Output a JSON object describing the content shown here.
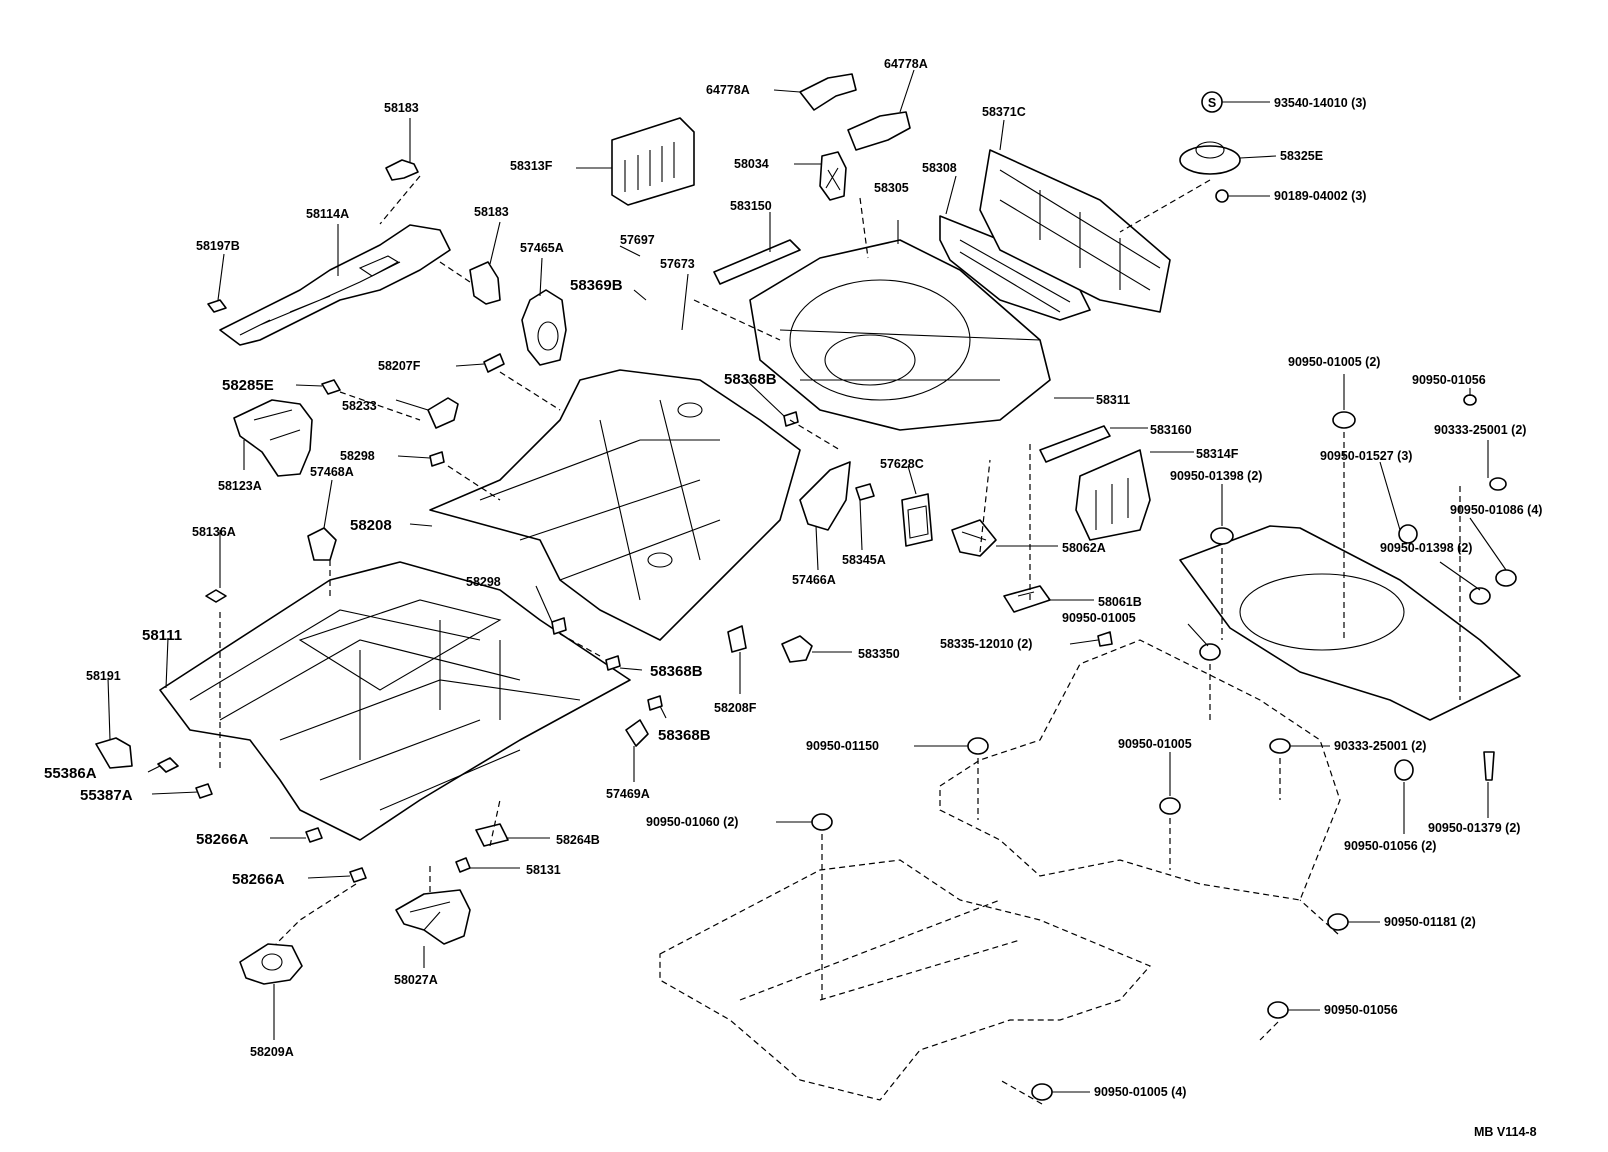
{
  "diagram": {
    "footer_code": "MB  V114-8",
    "symbol_s": "S",
    "labels": {
      "l58183a": "58183",
      "l58114a": "58114A",
      "l58197b": "58197B",
      "l58183b": "58183",
      "l57465a": "57465A",
      "l57697": "57697",
      "l58369b": "58369B",
      "l57673": "57673",
      "l58313f": "58313F",
      "l64778a1": "64778A",
      "l64778a2": "64778A",
      "l58034": "58034",
      "l58315d": "583150",
      "l58305": "58305",
      "l58308": "58308",
      "l58371c": "58371C",
      "l93540": "93540-14010 (3)",
      "l58325e": "58325E",
      "l90189": "90189-04002 (3)",
      "l58207f": "58207F",
      "l58285e": "58285E",
      "l58233": "58233",
      "l58123a": "58123A",
      "l58298a": "58298",
      "l57468a": "57468A",
      "l58208": "58208",
      "l58368b1": "58368B",
      "l58311": "58311",
      "l58316d": "583160",
      "l58314f": "58314F",
      "l57628c": "57628C",
      "l57466a": "57466A",
      "l58345a": "58345A",
      "l58062a": "58062A",
      "l58061b": "58061B",
      "l58136a": "58136A",
      "l58111": "58111",
      "l58191": "58191",
      "l55386a": "55386A",
      "l55387a": "55387A",
      "l58298b": "58298",
      "l58368b2": "58368B",
      "l58208f": "58208F",
      "l58335d": "583350",
      "l58368b3": "58368B",
      "l57469a": "57469A",
      "l58266a1": "58266A",
      "l58266a2": "58266A",
      "l58264b": "58264B",
      "l58131": "58131",
      "l58027a": "58027A",
      "l58209a": "58209A",
      "l90950_01005_2": "90950-01005 (2)",
      "l90950_01056a": "90950-01056",
      "l90333_25001_2a": "90333-25001 (2)",
      "l90950_01527": "90950-01527 (3)",
      "l90950_01398a": "90950-01398 (2)",
      "l90950_01086": "90950-01086 (4)",
      "l90950_01398b": "90950-01398 (2)",
      "l90950_01005a": "90950-01005",
      "l58335_12010": "58335-12010 (2)",
      "l90950_01150": "90950-01150",
      "l90950_01005b": "90950-01005",
      "l90333_25001_2b": "90333-25001 (2)",
      "l90950_01060": "90950-01060 (2)",
      "l90950_01379": "90950-01379 (2)",
      "l90950_01056_2": "90950-01056 (2)",
      "l90950_01181": "90950-01181 (2)",
      "l90950_01056b": "90950-01056",
      "l90950_01005_4": "90950-01005 (4)"
    }
  }
}
